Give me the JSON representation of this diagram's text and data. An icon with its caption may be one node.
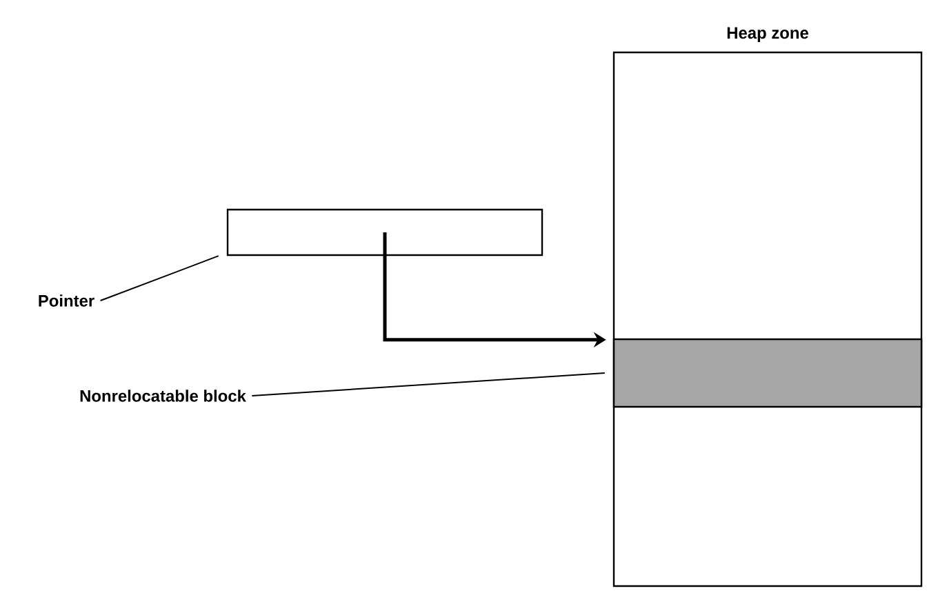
{
  "diagram": {
    "nodes": [
      {
        "text": [
          "Heap zone"
        ]
      },
      {
        "text": [],
        "shape": "box"
      },
      {
        "text": [],
        "shape": "box",
        "in": 0
      },
      {
        "text": [
          "Pointer"
        ]
      },
      {
        "text": [
          "Nonrelocatable block"
        ]
      }
    ],
    "edges": [
      {
        "from": 1,
        "to": 2,
        "arrow": "to",
        "style": "thick"
      },
      {
        "from": 3,
        "to": 1,
        "arrow": "none"
      },
      {
        "from": 4,
        "to": 2,
        "arrow": "none"
      }
    ]
  }
}
